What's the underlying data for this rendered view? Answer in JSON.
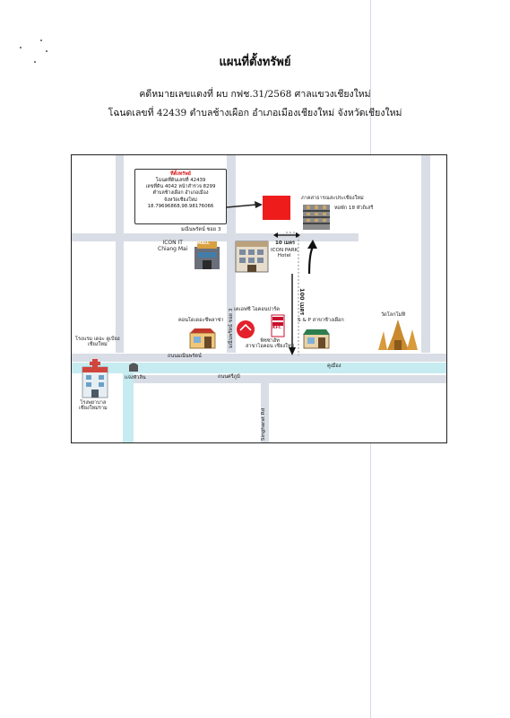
{
  "document": {
    "title": "แผนที่ตั้งทรัพย์",
    "case_line": "คดีหมายเลขแดงที่ ผบ กฟช.31/2568  ศาลแขวงเชียงใหม่",
    "deed_line": "โฉนดเลขที่ 42439 ตำบลช้างเผือก อำเภอเมืองเชียงใหม่ จังหวัดเชียงใหม่"
  },
  "map": {
    "info_box": {
      "heading": "ที่ตั้งทรัพย์",
      "lines": [
        "โฉนดที่ดินเลขที่ 42439",
        "เลขที่ดิน 4042 หน้าสำรวจ 8299",
        "ตำบลช้างเผือก อำเภอเมือง",
        "จังหวัดเชียงใหม่",
        "18.79696868,98.98176066"
      ]
    },
    "roads": {
      "soi3_top": "มณีนพรัตน์ ซอย 3",
      "soi3_vertical": "มณีนพรัตน์ ซอย 3",
      "manee_nopparat": "ถนนมณีนพรัตน์",
      "sriphum": "ถนนศรีภูมิ",
      "singharat": "Singharat Rd",
      "moat": "คูเมือง",
      "corner": "แจ่งหัวลิน"
    },
    "distances": {
      "short": "10 เมตร",
      "long": "100 เมตร"
    },
    "landmarks": {
      "apartments": "ภาคสาธารณสะประเชียงใหม่",
      "dorm": "หอพัก 18 หัวถิเสรี",
      "icon_it": "ICON IT\nChiang Mai",
      "mall_sign": "MALL",
      "icon_park": "ICON PARK\nHotel",
      "kfc_name": "เคเอฟซี ไอคอนปาร์ค",
      "kfc_sign": "KFC",
      "pizza_name": "พิซซ่าฮัท\nสาขาไอคอน เชียงใหม่",
      "condo": "คอนโดเดอะซีพลาซ่า",
      "snp": "S & P สาขาช้างเผือก",
      "temple": "วัดโลกโมฬี",
      "hotel": "โรงแรม เดอะ ดูเบียง\nเชียงใหม่",
      "hospital": "โรงพยาบาล\nเชียงใหม่ราม"
    },
    "colors": {
      "road": "#d9dde5",
      "moat": "#c6ebf0",
      "target": "#ef1c1c",
      "heading": "#d81f1f"
    },
    "icon_names": [
      "target-marker-icon",
      "arrow-icon",
      "mall-icon",
      "hotel-icon",
      "kfc-icon",
      "pizza-hut-icon",
      "shop-icon",
      "temple-icon",
      "hospital-icon",
      "building-icon"
    ]
  }
}
